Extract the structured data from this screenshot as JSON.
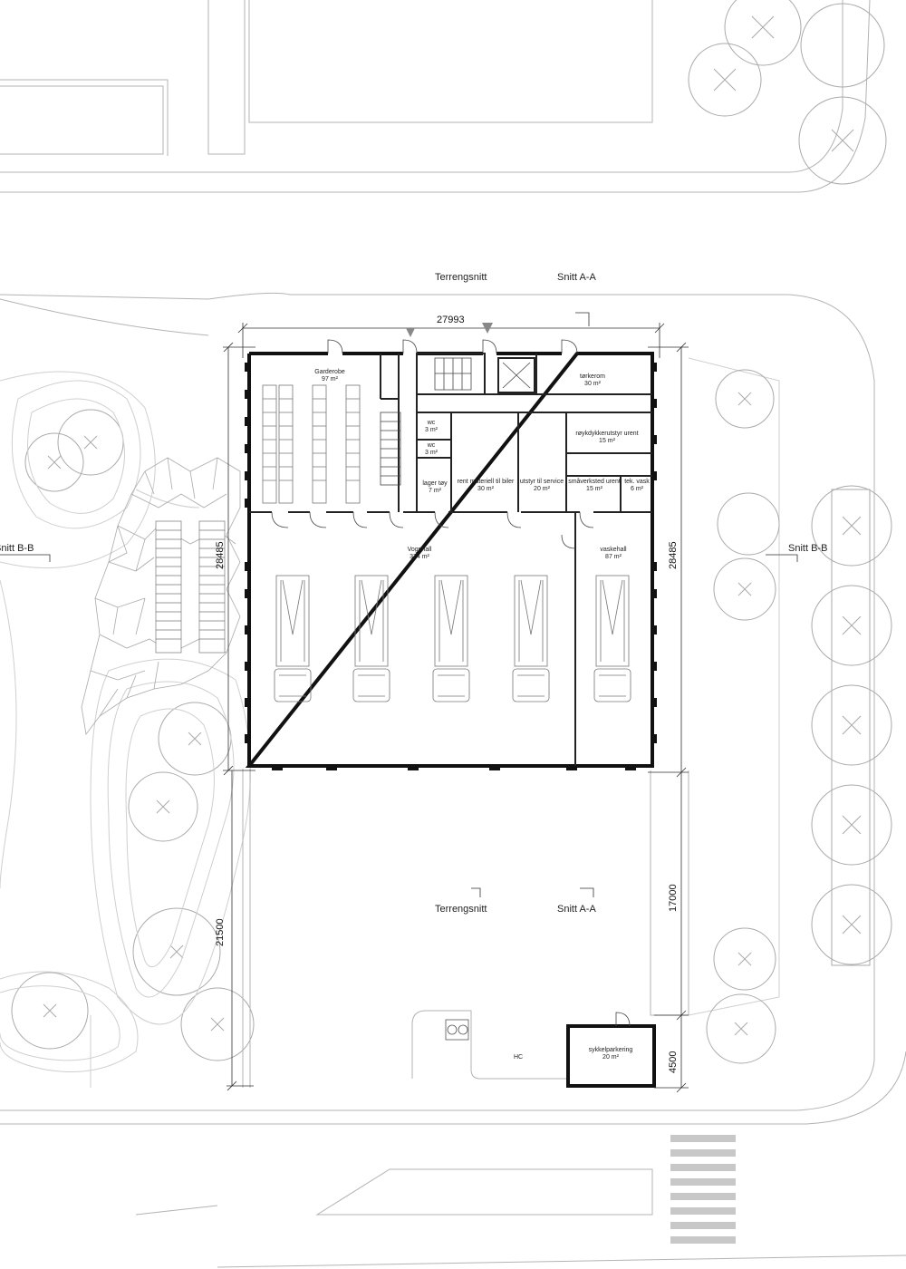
{
  "sections": {
    "terrain_top": "Terrengsnitt",
    "section_aa_top": "Snitt A-A",
    "terrain_bottom": "Terrengsnitt",
    "section_aa_bottom": "Snitt A-A",
    "section_bb_left": "Snitt B-B",
    "section_bb_right": "Snitt B-B"
  },
  "dimensions": {
    "width_top": "27993",
    "height_left": "28485",
    "height_right": "28485",
    "forecourt_left": "21500",
    "forecourt_right": "17000",
    "bike_shed": "4500"
  },
  "rooms": {
    "garderobe": {
      "name": "Garderobe",
      "area": "97 m²"
    },
    "torkerom": {
      "name": "tørkerom",
      "area": "30 m²"
    },
    "wc1": {
      "name": "wc",
      "area": "3 m²"
    },
    "wc2": {
      "name": "wc",
      "area": "3 m²"
    },
    "lager": {
      "name": "lager tøy",
      "area": "7 m²"
    },
    "rent": {
      "name": "rent materiell til biler",
      "area": "30 m²"
    },
    "utstyr": {
      "name": "utstyr til service",
      "area": "20 m²"
    },
    "roykdykker": {
      "name": "røykdykkerutstyr urent",
      "area": "15 m²"
    },
    "smaverksted": {
      "name": "småverksted urent",
      "area": "15 m²"
    },
    "tek": {
      "name": "tek. vask",
      "area": "6 m²"
    },
    "vognhall": {
      "name": "Vognhall",
      "area": "374 m²"
    },
    "vaskehall": {
      "name": "vaskehall",
      "area": "87 m²"
    },
    "sykkel": {
      "name": "sykkelparkering",
      "area": "20 m²"
    },
    "hc": {
      "name": "HC"
    }
  }
}
